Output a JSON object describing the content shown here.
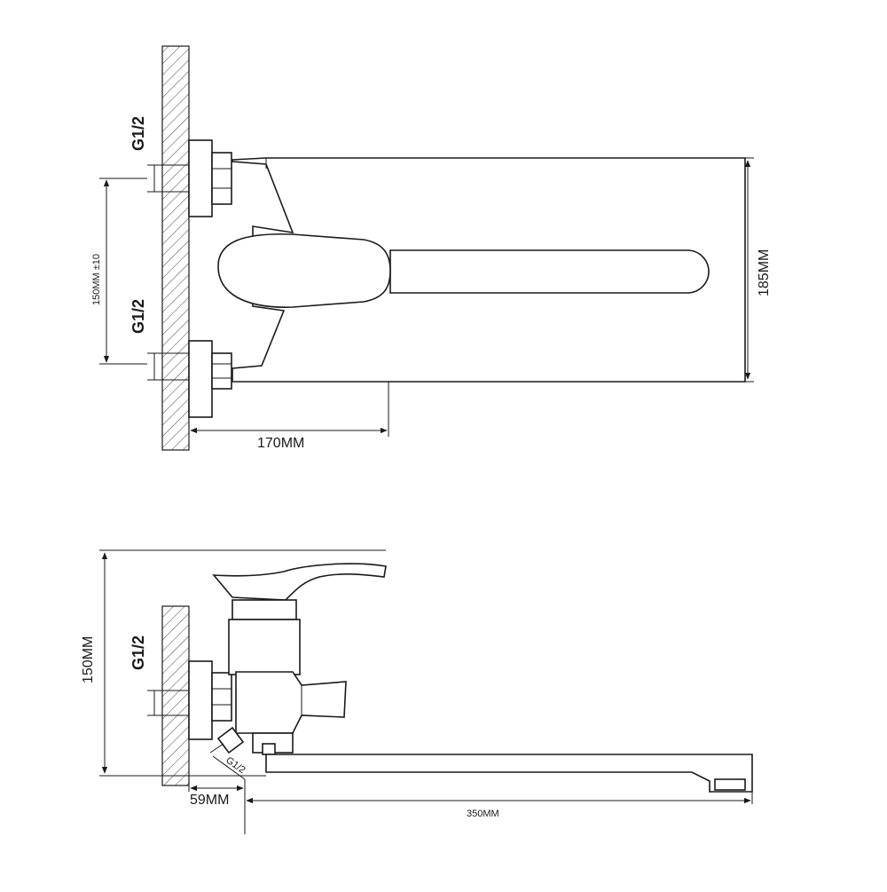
{
  "top_view": {
    "thread_upper": "G1/2",
    "thread_lower": "G1/2",
    "dim_inlet_spacing": "150MM ±10",
    "dim_height": "185MM",
    "dim_depth": "170MM"
  },
  "side_view": {
    "thread_inlet": "G1/2",
    "thread_shower": "G1/2",
    "dim_total_height": "150MM",
    "dim_wall_offset": "59MM",
    "dim_spout_length": "350MM"
  }
}
